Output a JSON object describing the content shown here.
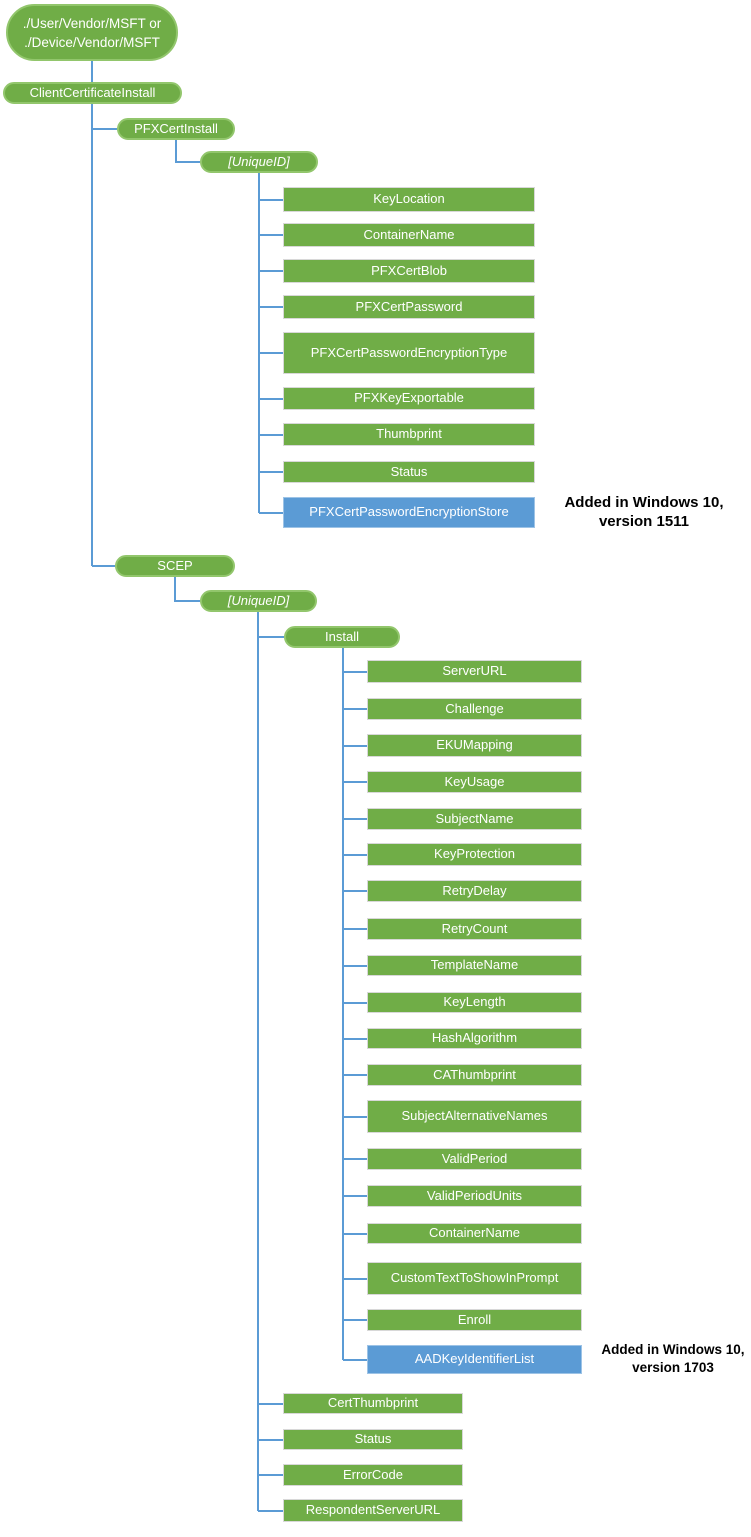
{
  "colors": {
    "node_green": "#70AD47",
    "node_green_border": "#92C66C",
    "node_blue": "#5B9BD5",
    "node_blue_border": "#9DC3E6",
    "rect_border": "#D8D8D8",
    "connector_blue": "#5B9BD5",
    "node_text": "#FFFFFF",
    "annotation_text": "#000000"
  },
  "nodes": {
    "root_line1": "./User/Vendor/MSFT or",
    "root_line2": "./Device/Vendor/MSFT",
    "client_certificate_install": "ClientCertificateInstall",
    "pfx_cert_install": "PFXCertInstall",
    "pfx_unique_id": "[UniqueID]",
    "key_location": "KeyLocation",
    "container_name": "ContainerName",
    "pfx_cert_blob": "PFXCertBlob",
    "pfx_cert_password": "PFXCertPassword",
    "pfx_cert_password_encryption_type": "PFXCertPasswordEncryptionType",
    "pfx_key_exportable": "PFXKeyExportable",
    "thumbprint": "Thumbprint",
    "status_pfx": "Status",
    "pfx_cert_password_encryption_store": "PFXCertPasswordEncryptionStore",
    "scep": "SCEP",
    "scep_unique_id": "[UniqueID]",
    "install": "Install",
    "server_url": "ServerURL",
    "challenge": "Challenge",
    "eku_mapping": "EKUMapping",
    "key_usage": "KeyUsage",
    "subject_name": "SubjectName",
    "key_protection": "KeyProtection",
    "retry_delay": "RetryDelay",
    "retry_count": "RetryCount",
    "template_name": "TemplateName",
    "key_length": "KeyLength",
    "hash_algorithm": "HashAlgorithm",
    "ca_thumbprint": "CAThumbprint",
    "subject_alternative_names": "SubjectAlternativeNames",
    "valid_period": "ValidPeriod",
    "valid_period_units": "ValidPeriodUnits",
    "container_name_scep": "ContainerName",
    "custom_text_to_show_in_prompt": "CustomTextToShowInPrompt",
    "enroll": "Enroll",
    "aad_key_identifier_list": "AADKeyIdentifierList",
    "cert_thumbprint": "CertThumbprint",
    "status_scep": "Status",
    "error_code": "ErrorCode",
    "respondent_server_url": "RespondentServerURL"
  },
  "annotations": {
    "win10_1511_line1": "Added in Windows 10,",
    "win10_1511_line2": "version 1511",
    "win10_1703_line1": "Added in Windows 10,",
    "win10_1703_line2": "version 1703"
  }
}
